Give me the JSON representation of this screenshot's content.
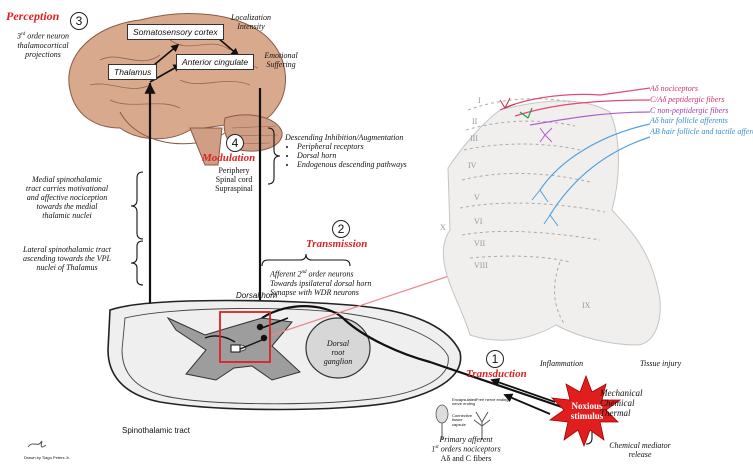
{
  "perception": {
    "title": "Perception",
    "number": "3",
    "neuron_line1": "3",
    "neuron_sup": "rd",
    "neuron_line1b": " order neuron",
    "neuron_line2": "thalamocortical",
    "neuron_line3": "projections",
    "somatosensory": "Somatosensory cortex",
    "thalamus": "Thalamus",
    "anterior_cingulate": "Anterior cingulate",
    "localization": "Localization",
    "intensity": "Intensity",
    "emotional": "Emotional",
    "suffering": "Suffering"
  },
  "modulation": {
    "number": "4",
    "title": "Modulation",
    "sites": [
      "Periphery",
      "Spinal cord",
      "Supraspinal"
    ],
    "descending_title": "Descending Inhibition/Augmentation",
    "bullets": [
      "Peripheral receptors",
      "Dorsal horn",
      "Endogenous descending pathways"
    ]
  },
  "tracts": {
    "medial": [
      "Medial spinothalamic",
      "tract carries motivational",
      "and affective nociception",
      "towards the medial",
      "thalamic nuclei"
    ],
    "lateral": [
      "Lateral spinothalamic tract",
      "ascending towards the VPL",
      "nuclei of Thalamus"
    ]
  },
  "transmission": {
    "number": "2",
    "title": "Transmission",
    "line1a": "Afferent 2",
    "line1sup": "nd",
    "line1b": " order neurons",
    "line2": "Towards ipsilateral dorsal horn",
    "line3": "Synapse with WDR neurons"
  },
  "spinal": {
    "dorsal_horn": "Dorsal horn",
    "dorsal_root_ganglion": [
      "Dorsal",
      "root",
      "ganglion"
    ],
    "spinothalamic_tract": "Spinothalamic tract"
  },
  "laminae": {
    "labels": [
      "I",
      "II",
      "III",
      "IV",
      "V",
      "VI",
      "VII",
      "VIII",
      "IX",
      "X"
    ],
    "fiber_legend": [
      {
        "text": "Aδ nociceptors",
        "color": "#d0326e"
      },
      {
        "text": "C/Aδ peptidergic fibers",
        "color": "#d0326e"
      },
      {
        "text": "C non-peptidergic fibers",
        "color": "#9a3fb0"
      },
      {
        "text": "Aδ hair follicle afferents",
        "color": "#3a8fd0"
      },
      {
        "text": "AB hair follicle and tactile afferents",
        "color": "#3a8fd0"
      }
    ]
  },
  "transduction": {
    "number": "1",
    "title": "Transduction",
    "inflammation": "Inflammation",
    "tissue_injury": "Tissue injury",
    "noxious": [
      "Noxious",
      "stimulus"
    ],
    "stimuli": [
      "Mechanical",
      "Chemical",
      "Thermal"
    ],
    "mediator": [
      "Chemical mediator",
      "release"
    ]
  },
  "afferent": {
    "encapsulated": [
      "Encapsulated",
      "nerve ending"
    ],
    "connective": [
      "Connective",
      "tissue",
      "capsule"
    ],
    "free": "Free nerve endings",
    "primary": "Primary afferent",
    "nociceptors_a": "1",
    "nociceptors_sup": "st",
    "nociceptors_b": " orders nociceptors",
    "fibers": "Aδ and C fibers"
  },
  "signature": "Drawn by Tiago Peters Jr.",
  "colors": {
    "accent_red": "#dd2222",
    "brain": "#d9a98e",
    "star": "#e01e1e"
  }
}
